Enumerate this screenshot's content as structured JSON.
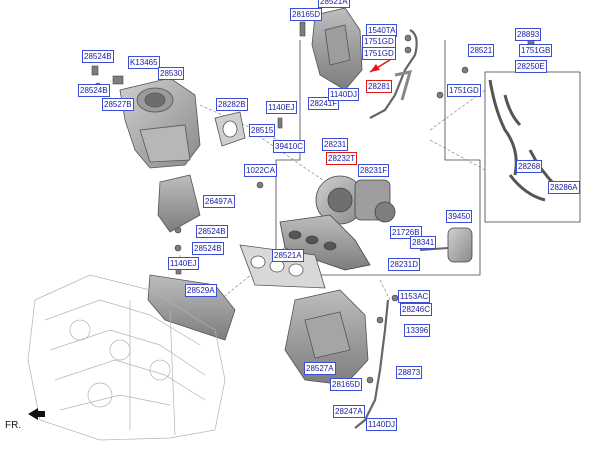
{
  "figure": {
    "orientation_label": "FR.",
    "callouts": [
      {
        "id": "c28165D",
        "text": "28165D"
      },
      {
        "id": "c28521A_top",
        "text": "28521A"
      },
      {
        "id": "c1540TA",
        "text": "1540TA"
      },
      {
        "id": "c1751GD_a",
        "text": "1751GD"
      },
      {
        "id": "c1751GD_b",
        "text": "1751GD"
      },
      {
        "id": "c28281",
        "text": "28281"
      },
      {
        "id": "c28893",
        "text": "28893"
      },
      {
        "id": "c28521",
        "text": "28521"
      },
      {
        "id": "c1751GB",
        "text": "1751GB"
      },
      {
        "id": "c28250E",
        "text": "28250E"
      },
      {
        "id": "c28524B_tl",
        "text": "28524B"
      },
      {
        "id": "cK13465",
        "text": "K13465"
      },
      {
        "id": "c28530",
        "text": "28530"
      },
      {
        "id": "c28524B_l",
        "text": "28524B"
      },
      {
        "id": "c28527B",
        "text": "28527B"
      },
      {
        "id": "c28282B",
        "text": "28282B"
      },
      {
        "id": "c1140EJ_a",
        "text": "1140EJ"
      },
      {
        "id": "c28241F",
        "text": "28241F"
      },
      {
        "id": "c1140DJ_a",
        "text": "1140DJ"
      },
      {
        "id": "c1751GD_r",
        "text": "1751GD"
      },
      {
        "id": "c28515",
        "text": "28515"
      },
      {
        "id": "c39410C",
        "text": "39410C"
      },
      {
        "id": "c28231",
        "text": "28231"
      },
      {
        "id": "c28232T",
        "text": "28232T"
      },
      {
        "id": "c1022CA",
        "text": "1022CA"
      },
      {
        "id": "c28231F",
        "text": "28231F"
      },
      {
        "id": "c28268",
        "text": "28268"
      },
      {
        "id": "c28286A",
        "text": "28286A"
      },
      {
        "id": "c26497A",
        "text": "26497A"
      },
      {
        "id": "c28524B_m",
        "text": "28524B"
      },
      {
        "id": "c28524B_m2",
        "text": "28524B"
      },
      {
        "id": "c39450",
        "text": "39450"
      },
      {
        "id": "c21726B",
        "text": "21726B"
      },
      {
        "id": "c28341",
        "text": "28341"
      },
      {
        "id": "c28231D",
        "text": "28231D"
      },
      {
        "id": "c28521A",
        "text": "28521A"
      },
      {
        "id": "c1140EJ_b",
        "text": "1140EJ"
      },
      {
        "id": "c28529A",
        "text": "28529A"
      },
      {
        "id": "c1153AC",
        "text": "1153AC"
      },
      {
        "id": "c28246C",
        "text": "28246C"
      },
      {
        "id": "c13396",
        "text": "13396"
      },
      {
        "id": "c28527A",
        "text": "28527A"
      },
      {
        "id": "c28873",
        "text": "28873"
      },
      {
        "id": "c28165D_b",
        "text": "28165D"
      },
      {
        "id": "c28247A",
        "text": "28247A"
      },
      {
        "id": "c1140DJ_b",
        "text": "1140DJ"
      }
    ],
    "colors": {
      "callout_border": "#3a4fd6",
      "callout_text": "#1a1aa8",
      "highlight": "#e01818",
      "part_stroke": "#5a5a5a",
      "part_fill": "#a9a9a9",
      "leader": "#777777"
    }
  }
}
